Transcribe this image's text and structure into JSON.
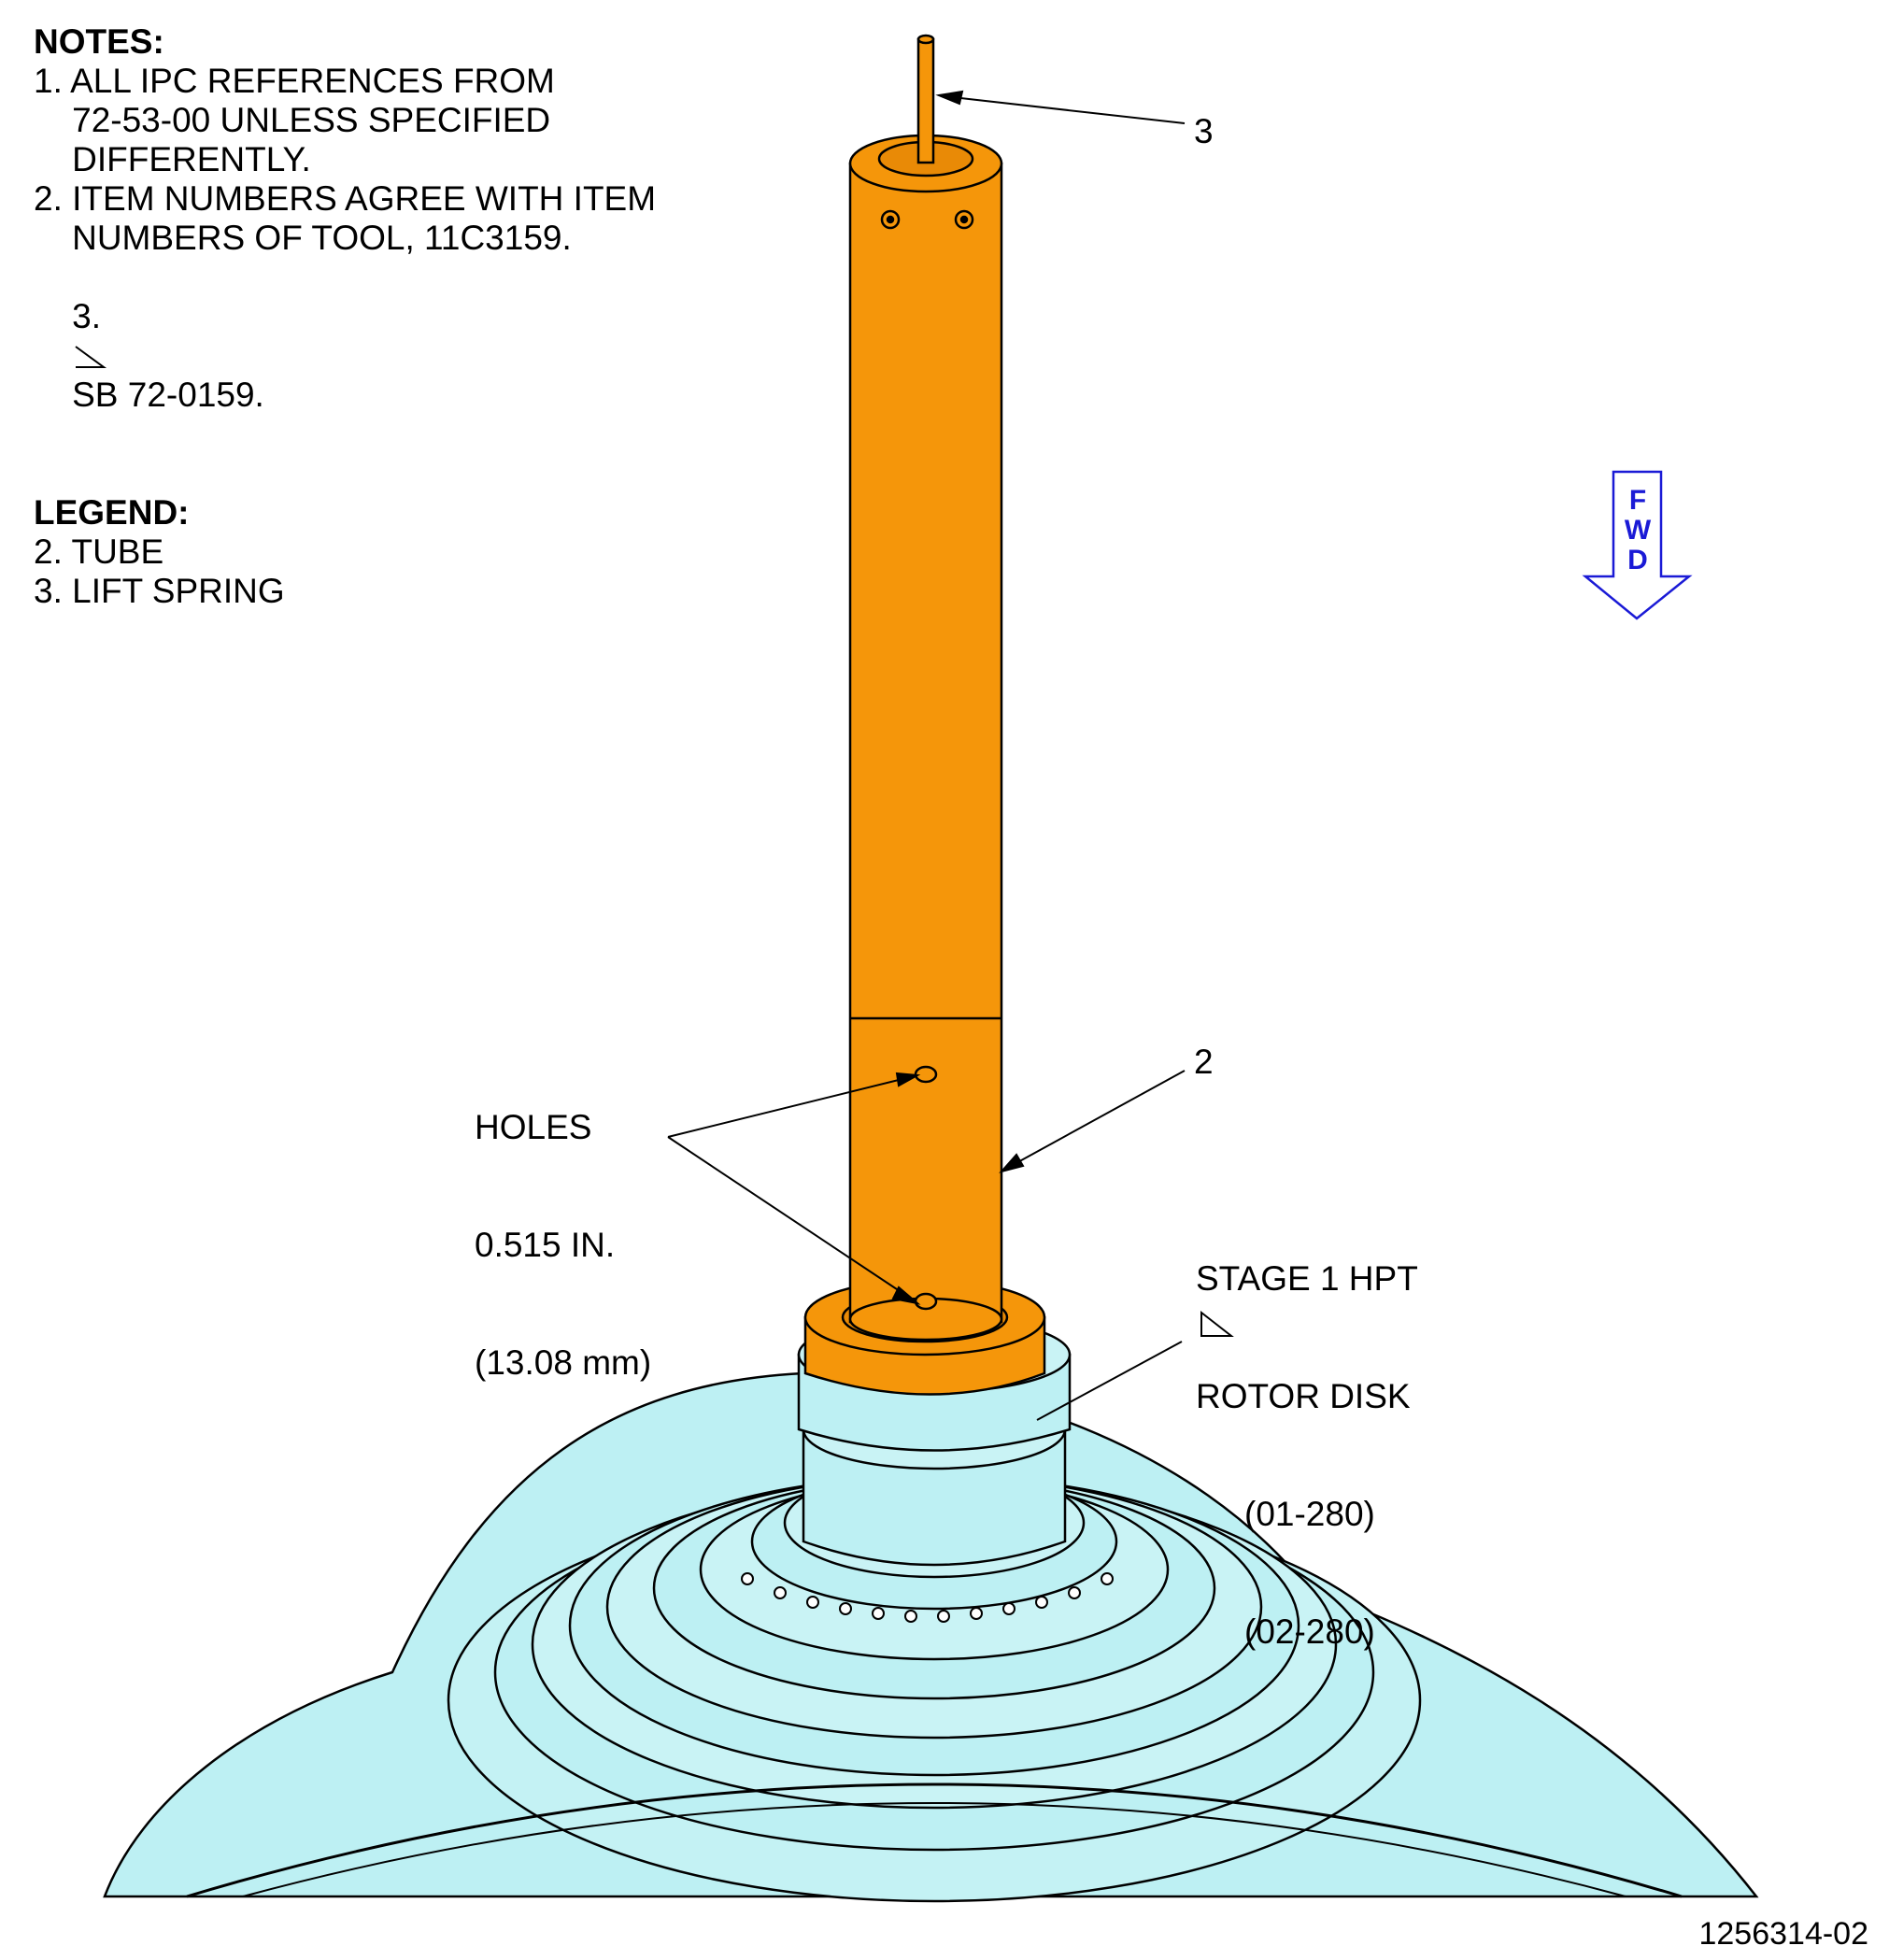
{
  "notes": {
    "heading": "NOTES:",
    "lines": [
      "1. ALL IPC REFERENCES FROM",
      "    72-53-00 UNLESS SPECIFIED",
      "    DIFFERENTLY.",
      "2. ITEM NUMBERS AGREE WITH ITEM",
      "    NUMBERS OF TOOL, 11C3159."
    ],
    "line3_prefix": "3.",
    "line3_text": "SB 72-0159."
  },
  "legend": {
    "heading": "LEGEND:",
    "items": [
      "2. TUBE",
      "3. LIFT SPRING"
    ]
  },
  "callouts": {
    "item3": "3",
    "item2": "2",
    "holes_line1": "HOLES",
    "holes_line2": "0.515 IN.",
    "holes_line3": "(13.08 mm)",
    "disk_line1": "STAGE 1 HPT",
    "disk_line2": "ROTOR DISK",
    "disk_line3": "(01-280)",
    "disk_line4": "(02-280)"
  },
  "fwd": {
    "letters": [
      "F",
      "W",
      "D"
    ],
    "color": "#1a1ad6"
  },
  "colors": {
    "tool": "#f5960a",
    "engine": "#bdf0f3",
    "outline": "#000000"
  },
  "figure_id": "1256314-02"
}
